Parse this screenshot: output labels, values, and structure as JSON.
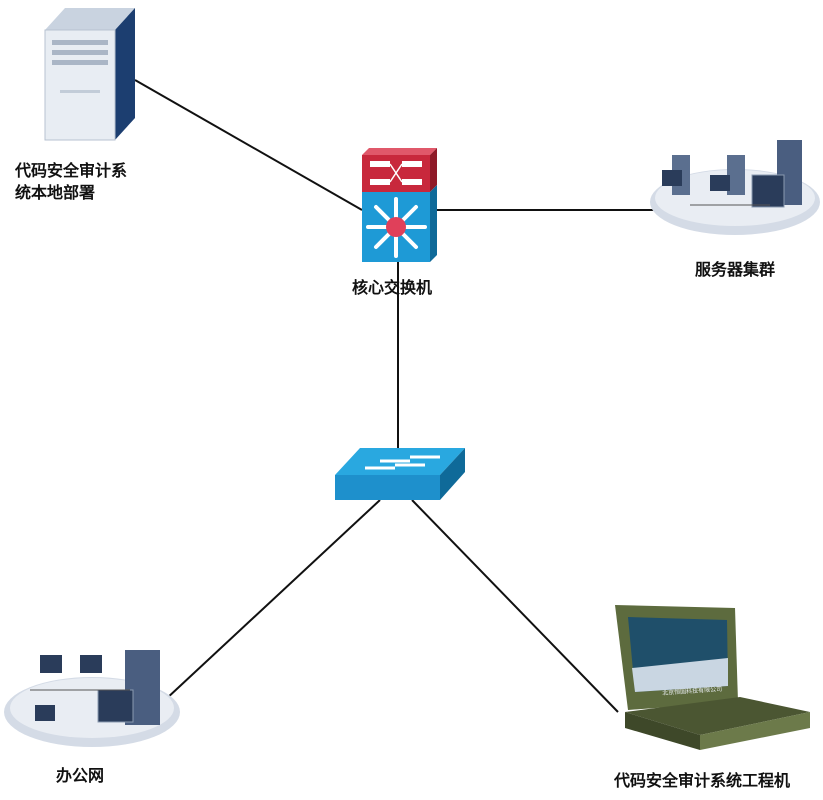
{
  "nodes": {
    "local_server": {
      "label_line1": "代码安全审计系",
      "label_line2": "统本地部署",
      "icon": "server-tower-icon"
    },
    "core_switch": {
      "label": "核心交换机",
      "icon": "layer3-switch-icon"
    },
    "server_cluster": {
      "label": "服务器集群",
      "icon": "server-cluster-icon"
    },
    "access_switch": {
      "icon": "workgroup-switch-icon"
    },
    "office_network": {
      "label": "办公网",
      "icon": "office-network-icon"
    },
    "workstation": {
      "label": "代码安全审计系统工程机",
      "icon": "rugged-laptop-icon",
      "screen_logo_text": "北京恒固科技有限公司"
    }
  },
  "links": [
    [
      "local_server",
      "core_switch"
    ],
    [
      "core_switch",
      "server_cluster"
    ],
    [
      "core_switch",
      "access_switch"
    ],
    [
      "access_switch",
      "office_network"
    ],
    [
      "access_switch",
      "workstation"
    ]
  ],
  "colors": {
    "switch_blue": "#1e9ad6",
    "switch_red": "#c8283c",
    "laptop_green": "#5d6b3e"
  }
}
